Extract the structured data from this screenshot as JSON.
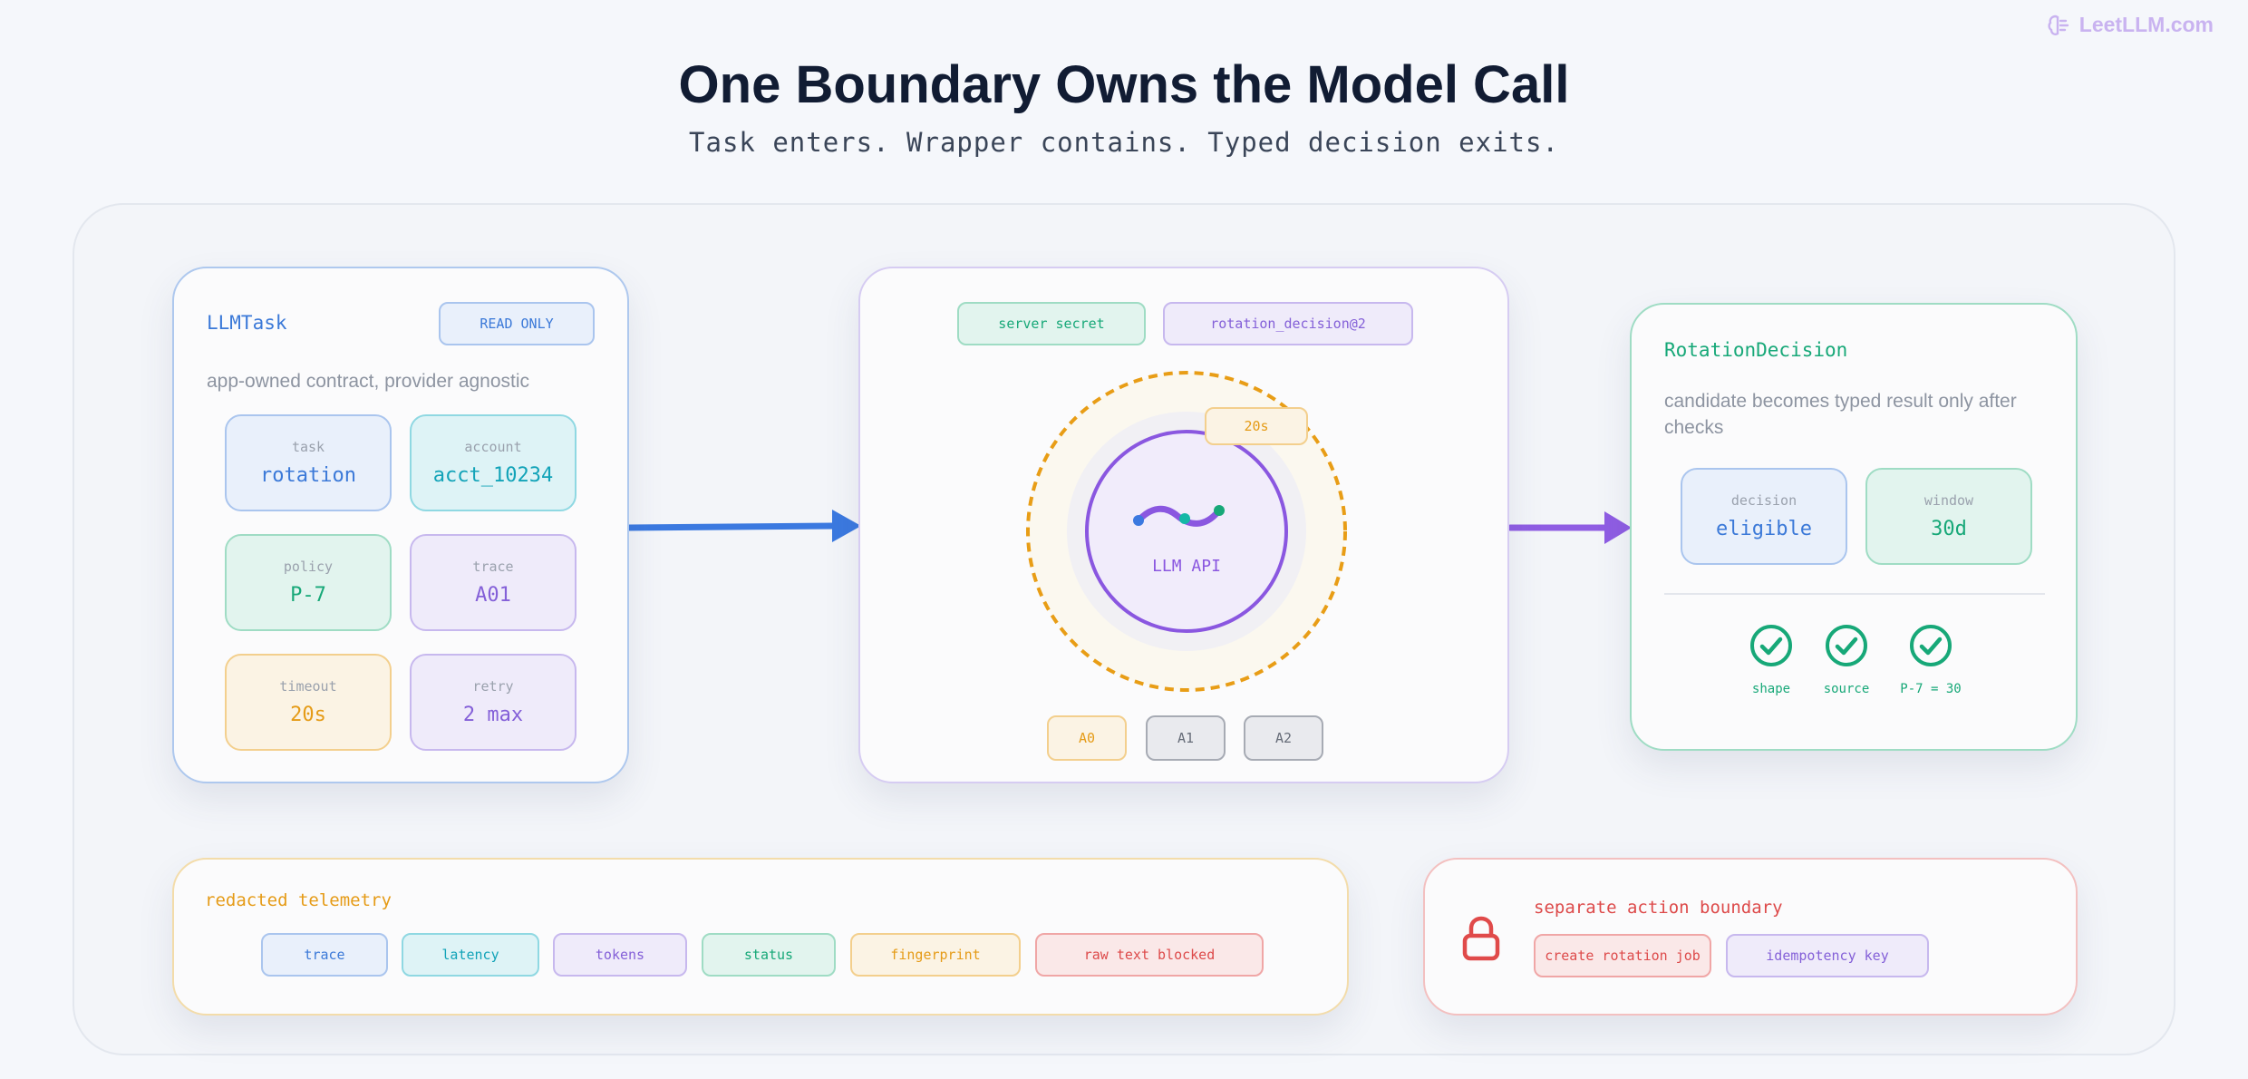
{
  "brand": {
    "name": "LeetLLM.com",
    "icon": "brain-icon"
  },
  "title": "One Boundary Owns the Model Call",
  "subtitle": "Task enters. Wrapper contains. Typed decision exits.",
  "task_card": {
    "title": "LLMTask",
    "badge": "READ ONLY",
    "description": "app-owned contract, provider agnostic",
    "fields": [
      {
        "label": "task",
        "value": "rotation"
      },
      {
        "label": "account",
        "value": "acct_10234"
      },
      {
        "label": "policy",
        "value": "P-7"
      },
      {
        "label": "trace",
        "value": "A01"
      },
      {
        "label": "timeout",
        "value": "20s"
      },
      {
        "label": "retry",
        "value": "2 max"
      }
    ]
  },
  "wrapper_card": {
    "tags": [
      "server secret",
      "rotation_decision@2"
    ],
    "timeout_badge": "20s",
    "core_label": "LLM API",
    "attempts": [
      "A0",
      "A1",
      "A2"
    ]
  },
  "decision_card": {
    "title": "RotationDecision",
    "description": "candidate becomes typed result only after checks",
    "fields": [
      {
        "label": "decision",
        "value": "eligible"
      },
      {
        "label": "window",
        "value": "30d"
      }
    ],
    "checks": [
      "shape",
      "source",
      "P-7 = 30"
    ]
  },
  "telemetry_card": {
    "title": "redacted telemetry",
    "tags": [
      "trace",
      "latency",
      "tokens",
      "status",
      "fingerprint",
      "raw text blocked"
    ]
  },
  "action_card": {
    "title": "separate action boundary",
    "icon": "lock-icon",
    "tags": [
      "create rotation job",
      "idempotency key"
    ]
  },
  "colors": {
    "blue": "#3b79d8",
    "cyan": "#12a3b8",
    "green": "#17a878",
    "purple": "#8460d8",
    "orange": "#e59b17",
    "red": "#dd4a4a"
  }
}
